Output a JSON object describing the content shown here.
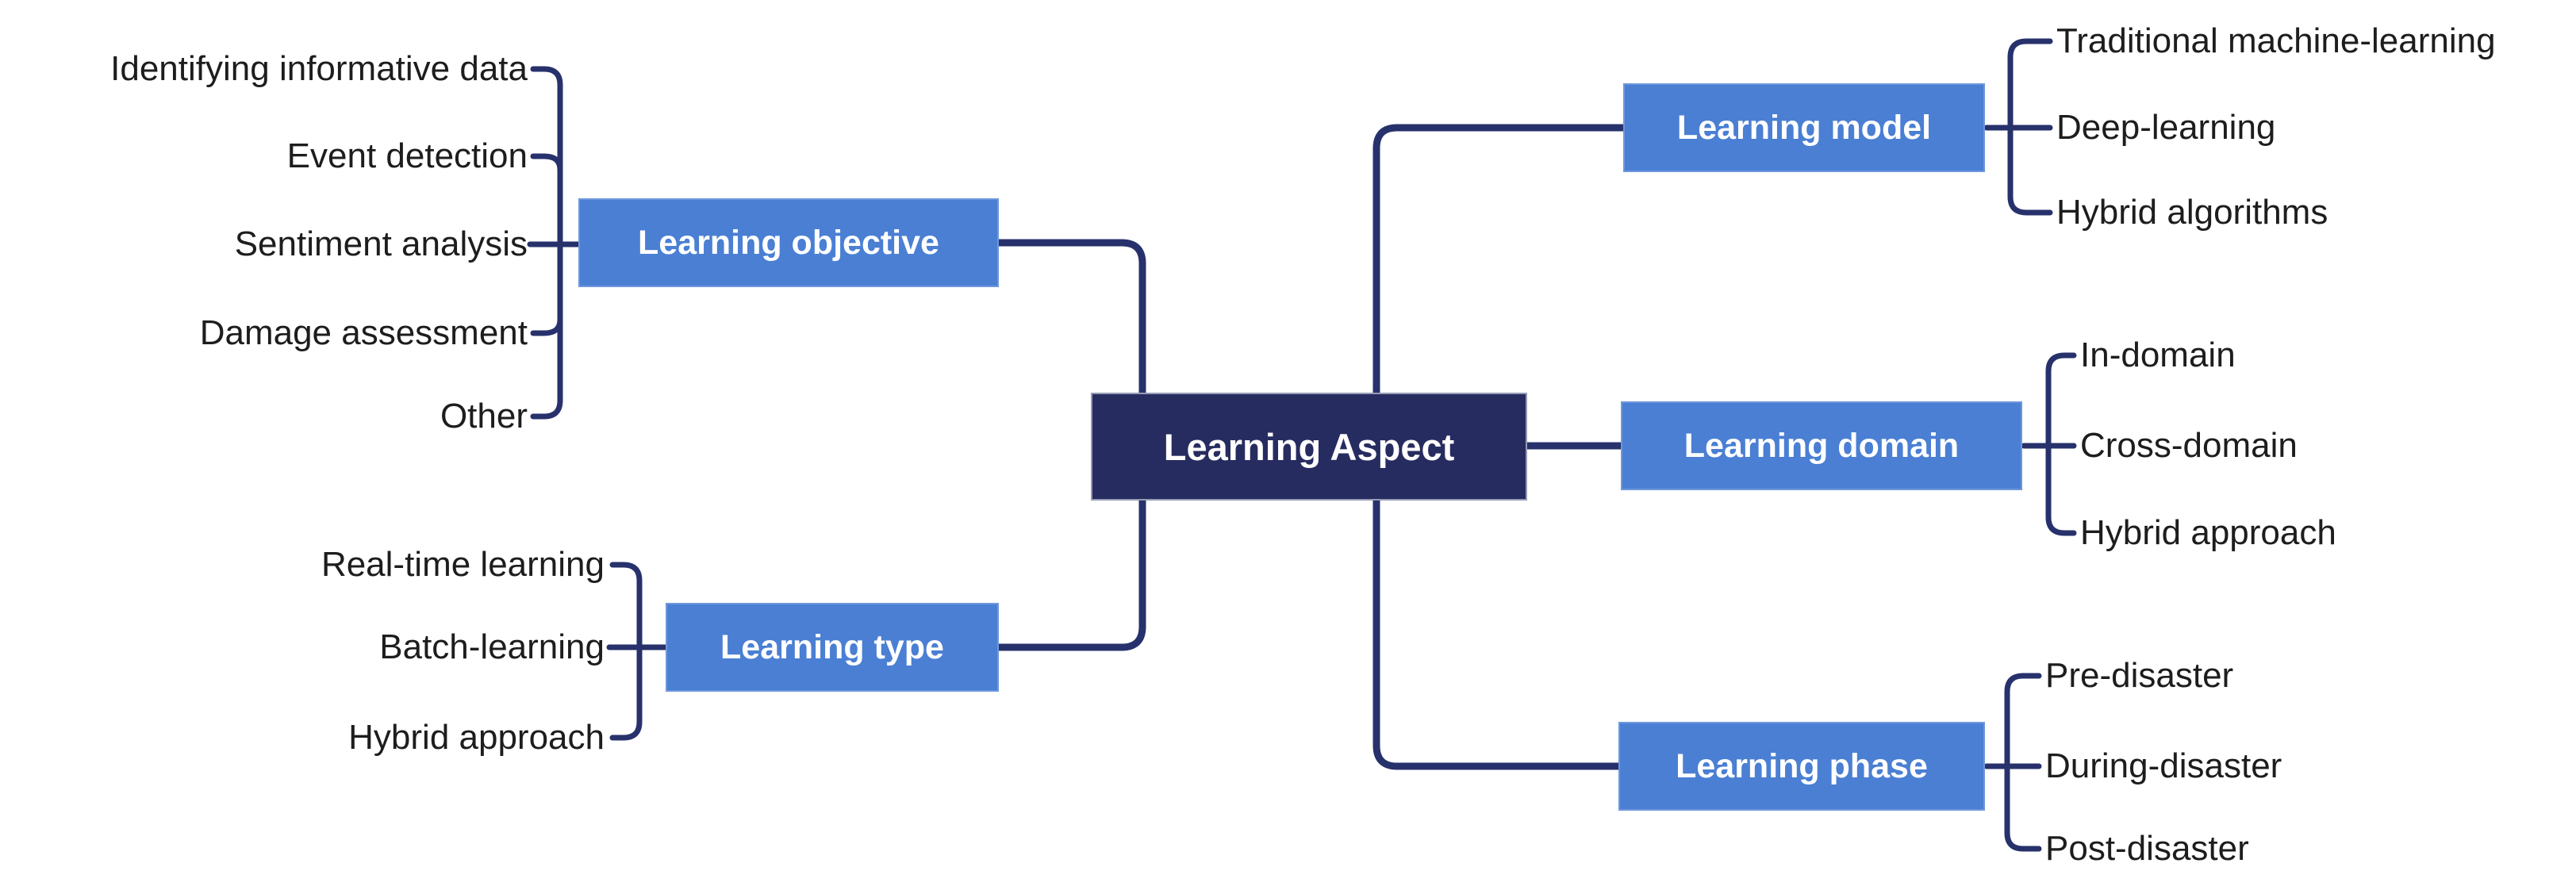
{
  "diagram": {
    "root": {
      "label": "Learning Aspect"
    },
    "branches": [
      {
        "label": "Learning objective",
        "side": "left",
        "leaves": [
          "Identifying informative data",
          "Event detection",
          "Sentiment analysis",
          "Damage assessment",
          "Other"
        ]
      },
      {
        "label": "Learning type",
        "side": "left",
        "leaves": [
          "Real-time learning",
          "Batch-learning",
          "Hybrid approach"
        ]
      },
      {
        "label": "Learning model",
        "side": "right",
        "leaves": [
          "Traditional machine-learning",
          "Deep-learning",
          "Hybrid algorithms"
        ]
      },
      {
        "label": "Learning domain",
        "side": "right",
        "leaves": [
          "In-domain",
          "Cross-domain",
          "Hybrid approach"
        ]
      },
      {
        "label": "Learning phase",
        "side": "right",
        "leaves": [
          "Pre-disaster",
          "During-disaster",
          "Post-disaster"
        ]
      }
    ],
    "colors": {
      "root_fill": "#272c60",
      "root_border": "#949cb4",
      "branch_fill": "#4a7fd3",
      "branch_border": "#6f97dc",
      "line": "#27316b",
      "leaf_text": "#1d1d1d",
      "node_text": "#ffffff",
      "background": "#ffffff"
    }
  }
}
